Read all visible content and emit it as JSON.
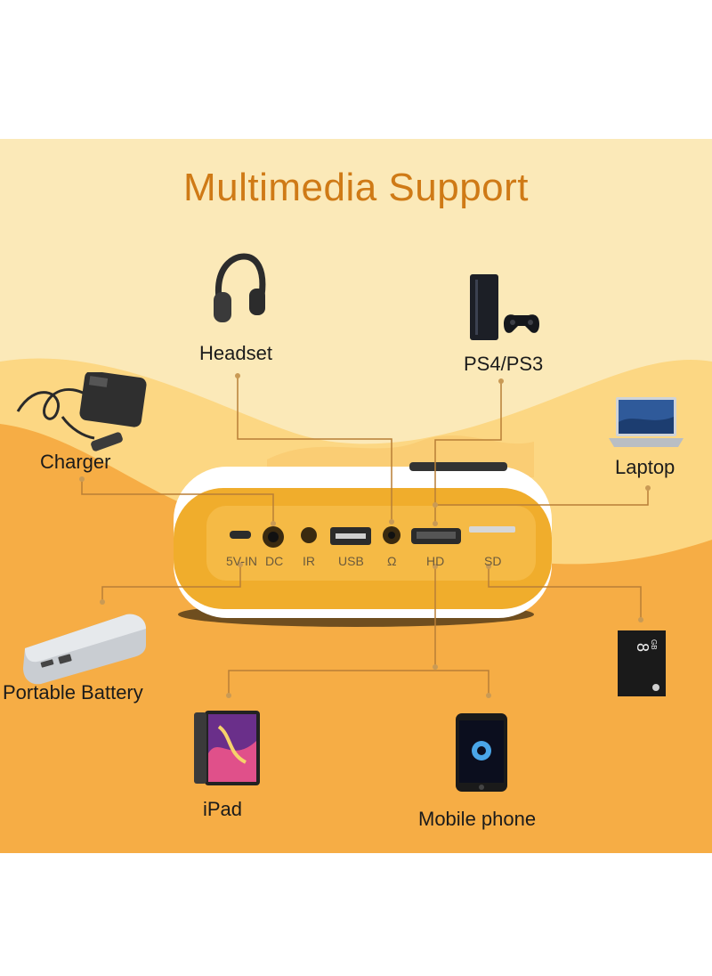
{
  "title": "Multimedia Support",
  "devices": {
    "headset": "Headset",
    "ps4": "PS4/PS3",
    "charger": "Charger",
    "laptop": "Laptop",
    "battery": "Portable Battery",
    "ipad": "iPad",
    "phone": "Mobile phone"
  },
  "ports": {
    "p5v": "5V-IN",
    "dc": "DC",
    "ir": "IR",
    "usb": "USB",
    "audio_symbol": "Ω",
    "hd": "HD",
    "sd": "SD"
  },
  "sdcard": {
    "capacity": "8",
    "unit": "GB"
  },
  "colors": {
    "title": "#cf7a16",
    "connector_line": "#b87f37",
    "background_light": "#fbe9b8",
    "background_orange": "#f6ad45",
    "projector_body": "#f0ad2c"
  }
}
